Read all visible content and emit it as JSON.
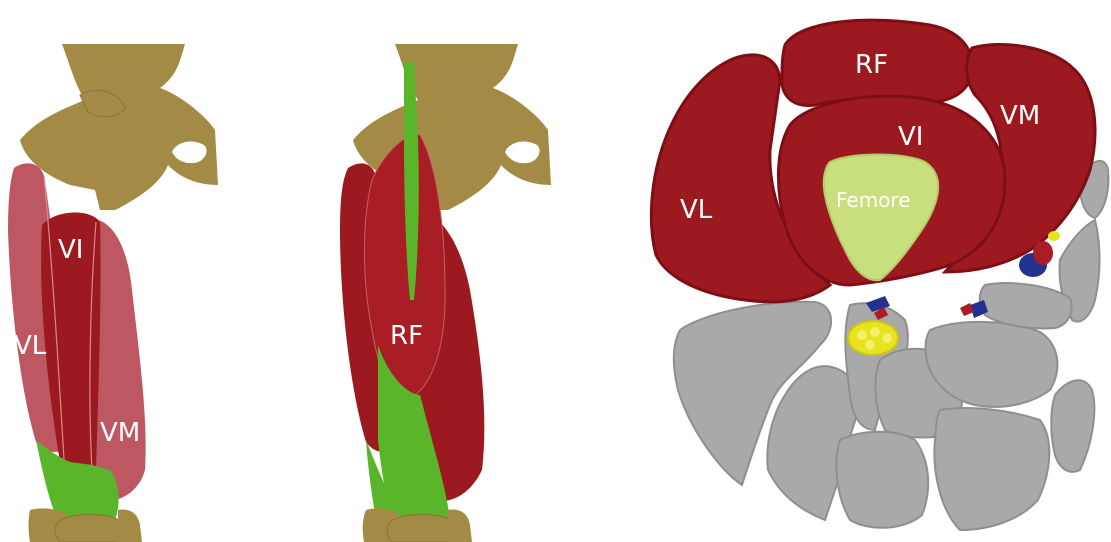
{
  "left_panel": {
    "labels": {
      "vi": "VI",
      "vl": "VL",
      "vm": "VM"
    }
  },
  "middle_panel": {
    "labels": {
      "rf": "RF"
    }
  },
  "right_panel": {
    "labels": {
      "rf": "RF",
      "vm": "VM",
      "vi": "VI",
      "vl": "VL",
      "femur": "Femore"
    }
  },
  "colors": {
    "bone": "#a38b45",
    "muscle": "#9c1a1f",
    "muscle_dark": "#7d0f14",
    "tendon": "#5ab52a",
    "femur": "#c8df7e",
    "gray_muscle": "#a9a9a9",
    "nerve": "#e7e41c",
    "vein": "#22338f"
  }
}
